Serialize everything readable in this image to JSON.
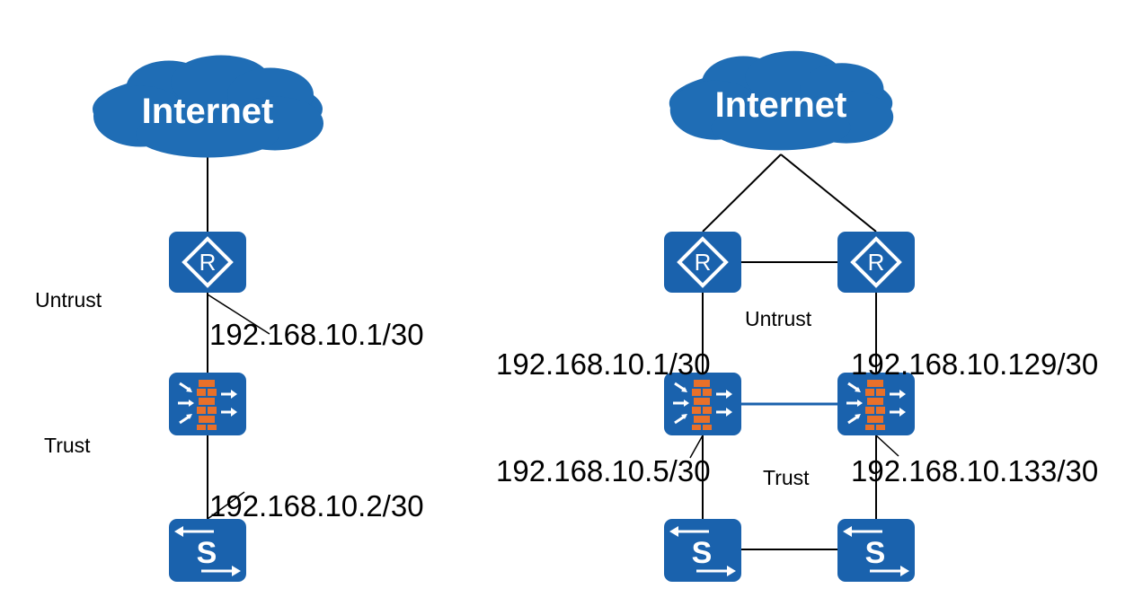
{
  "colors": {
    "device": "#1a62ad",
    "cloud": "#1f6db5",
    "firewall_brick": "#e8702a",
    "link": "#000000",
    "ha_link": "#1a62ad"
  },
  "left": {
    "internet": "Internet",
    "zone_untrust": "Untrust",
    "zone_trust": "Trust",
    "ip_router_fw": "192.168.10.1/30",
    "ip_fw_switch": "192.168.10.2/30",
    "router_letter": "R",
    "switch_letter": "S"
  },
  "right": {
    "internet": "Internet",
    "zone_untrust": "Untrust",
    "zone_trust": "Trust",
    "ip_fw1_up": "192.168.10.1/30",
    "ip_fw2_up": "192.168.10.129/30",
    "ip_fw1_down": "192.168.10.5/30",
    "ip_fw2_down": "192.168.10.133/30",
    "router_letter": "R",
    "switch_letter": "S"
  }
}
